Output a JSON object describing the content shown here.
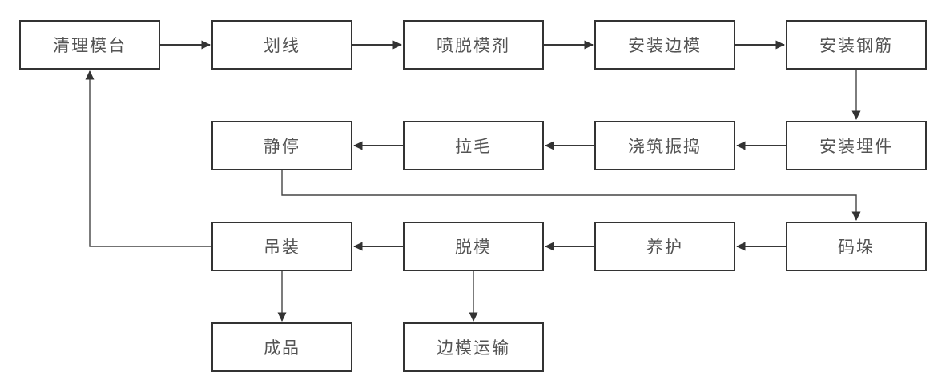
{
  "page": {
    "background_color": "#ffffff",
    "box_border_color": "#333333",
    "box_fill_color": "#ffffff",
    "text_color": "#545454",
    "arrow_color": "#383838"
  },
  "diagram": {
    "type": "flowchart",
    "nodes": {
      "clean_mold_table": {
        "label": "清理模台"
      },
      "scribing": {
        "label": "划线"
      },
      "spray_release_agent": {
        "label": "喷脱模剂"
      },
      "install_side_molds": {
        "label": "安装边模"
      },
      "install_rebar": {
        "label": "安装钢筋"
      },
      "resting": {
        "label": "静停"
      },
      "roughening": {
        "label": "拉毛"
      },
      "pouring_vibrating": {
        "label": "浇筑振捣"
      },
      "install_embedded_parts": {
        "label": "安装埋件"
      },
      "hoisting": {
        "label": "吊装"
      },
      "demolding": {
        "label": "脱模"
      },
      "curing": {
        "label": "养护"
      },
      "stacking": {
        "label": "码垛"
      },
      "finished_product": {
        "label": "成品"
      },
      "side_mold_transport": {
        "label": "边模运输"
      }
    },
    "edges": [
      {
        "from": "清理模台",
        "to": "划线"
      },
      {
        "from": "划线",
        "to": "喷脱模剂"
      },
      {
        "from": "喷脱模剂",
        "to": "安装边模"
      },
      {
        "from": "安装边模",
        "to": "安装钢筋"
      },
      {
        "from": "安装钢筋",
        "to": "安装埋件"
      },
      {
        "from": "安装埋件",
        "to": "浇筑振捣"
      },
      {
        "from": "浇筑振捣",
        "to": "拉毛"
      },
      {
        "from": "拉毛",
        "to": "静停"
      },
      {
        "from": "静停",
        "to": "码垛"
      },
      {
        "from": "码垛",
        "to": "养护"
      },
      {
        "from": "养护",
        "to": "脱模"
      },
      {
        "from": "脱模",
        "to": "吊装"
      },
      {
        "from": "吊装",
        "to": "清理模台"
      },
      {
        "from": "吊装",
        "to": "成品"
      },
      {
        "from": "脱模",
        "to": "边模运输"
      }
    ]
  }
}
